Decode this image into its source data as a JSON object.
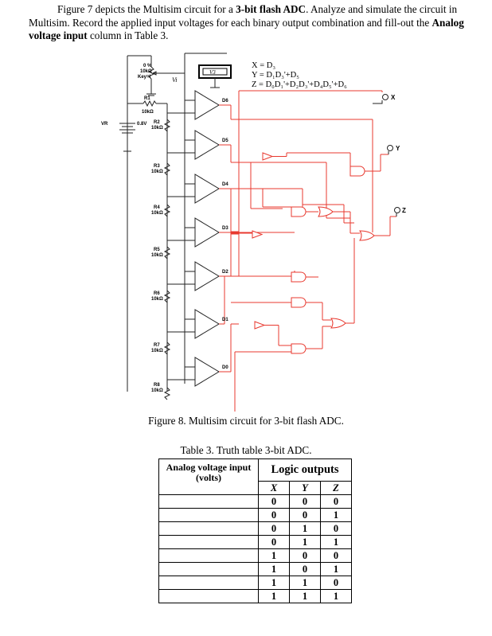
{
  "intro": {
    "p1": "Figure 7 depicts the Multisim circuit for a",
    "p1_bold": "3-bit flash ADC",
    "p1_rest": ". Analyze and simulate the circuit in Multisim. Record the applied input voltages for each binary output combination and fill-out the",
    "p1_bold2": "Analog voltage input",
    "p1_end": "column in Table 3."
  },
  "schematic": {
    "pot_label": "0 %",
    "pot_res": "10kΩ",
    "pot_key": "Key=I",
    "vi_label": "Vi",
    "meter_label": "V3",
    "source_label": "VR",
    "source_value": "0.8V",
    "resistors": [
      {
        "name": "R1",
        "value": "10kΩ"
      },
      {
        "name": "R2",
        "value": "10kΩ"
      },
      {
        "name": "R3",
        "value": "10kΩ"
      },
      {
        "name": "R4",
        "value": "10kΩ"
      },
      {
        "name": "R5",
        "value": "10kΩ"
      },
      {
        "name": "R6",
        "value": "10kΩ"
      },
      {
        "name": "R7",
        "value": "10kΩ"
      },
      {
        "name": "R8",
        "value": "10kΩ"
      }
    ],
    "comparators": [
      "D6",
      "D5",
      "D4",
      "D3",
      "D2",
      "D1",
      "D0"
    ],
    "equations": [
      "X = D₃",
      "Y = D₁D₃'+D₅",
      "Z = D₀D₁'+D₂D₃'+D₄D₅'+D₆"
    ],
    "outputs": [
      "X",
      "Y",
      "Z"
    ]
  },
  "caption": "Figure 8. Multisim circuit for 3-bit flash ADC.",
  "table": {
    "title": "Table 3. Truth table 3-bit ADC.",
    "col1_line1": "Analog voltage input",
    "col1_line2": "(volts)",
    "group": "Logic outputs",
    "subheaders": [
      "X",
      "Y",
      "Z"
    ],
    "rows": [
      [
        "0",
        "0",
        "0"
      ],
      [
        "0",
        "0",
        "1"
      ],
      [
        "0",
        "1",
        "0"
      ],
      [
        "0",
        "1",
        "1"
      ],
      [
        "1",
        "0",
        "0"
      ],
      [
        "1",
        "0",
        "1"
      ],
      [
        "1",
        "1",
        "0"
      ],
      [
        "1",
        "1",
        "1"
      ]
    ]
  }
}
